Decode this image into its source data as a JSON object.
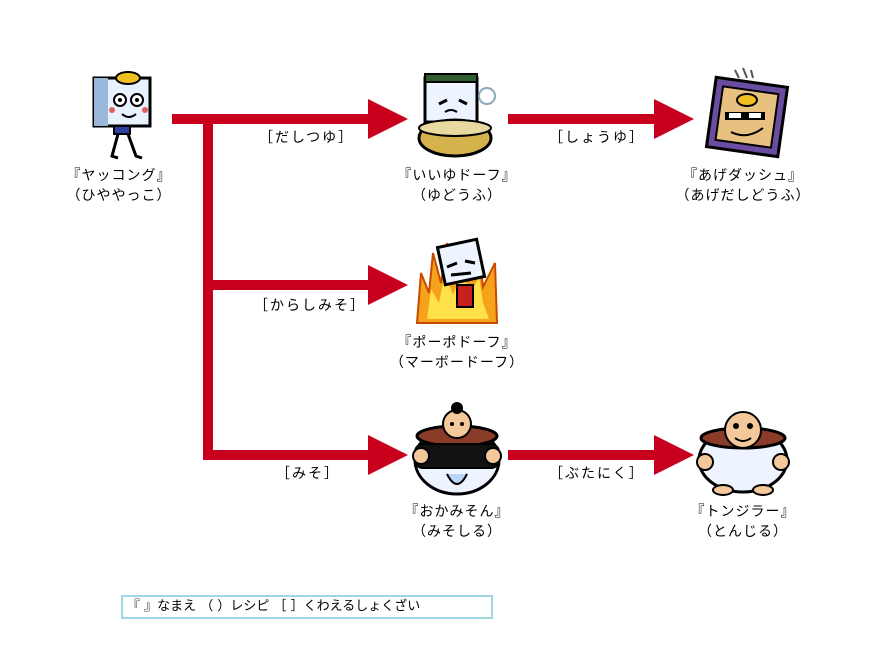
{
  "nodes": {
    "yakkong": {
      "name": "『ヤッコング』",
      "reading": "（ひややっこ）"
    },
    "iiyutofu": {
      "name": "『いいゆドーフ』",
      "reading": "（ゆどうふ）"
    },
    "agedash": {
      "name": "『あげダッシュ』",
      "reading": "（あげだしどうふ）"
    },
    "popotofu": {
      "name": "『ポーポドーフ』",
      "reading": "（マーボードーフ）"
    },
    "okamison": {
      "name": "『おかみそん』",
      "reading": "（みそしる）"
    },
    "tonjira": {
      "name": "『トンジラー』",
      "reading": "（とんじる）"
    }
  },
  "edges": {
    "dashitsuyu": "［だしつゆ］",
    "shoyu": "［しょうゆ］",
    "karashimiso": "［からしみそ］",
    "miso": "［みそ］",
    "butaniku": "［ぶたにく］"
  },
  "legend": "『 』なまえ （ ）レシピ ［ ］くわえるしょくざい",
  "colors": {
    "arrow": "#c8001e",
    "legend_border": "#9fd6e2"
  }
}
